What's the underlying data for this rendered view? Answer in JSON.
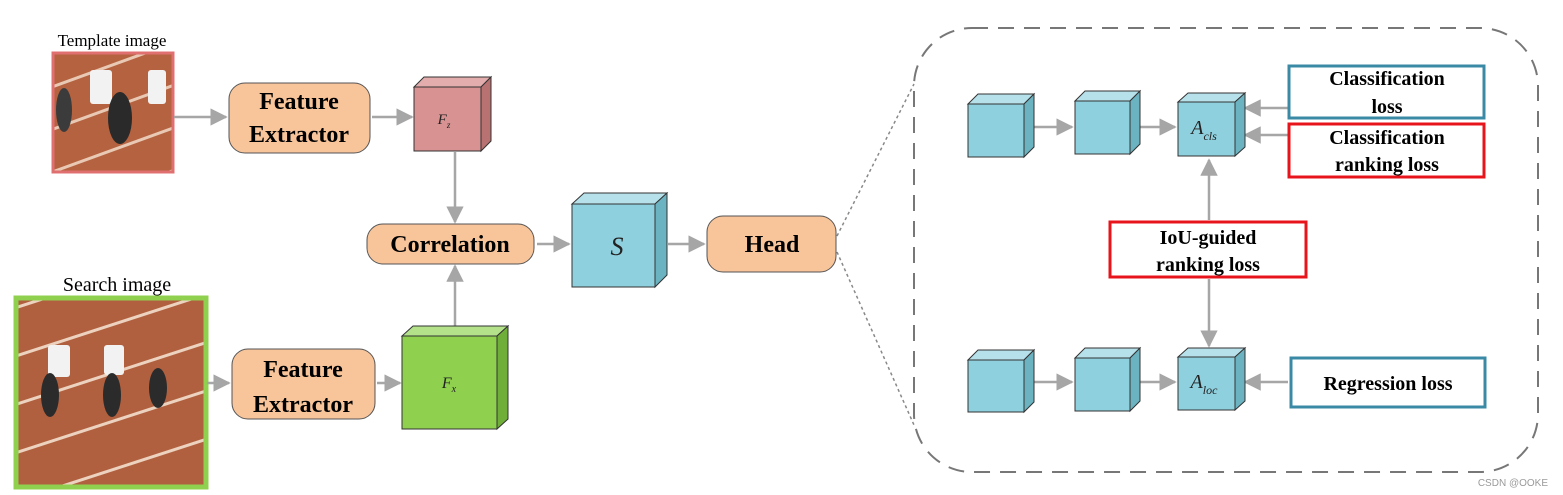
{
  "labels": {
    "template_image": "Template image",
    "search_image": "Search image",
    "feature_extractor_line1": "Feature",
    "feature_extractor_line2": "Extractor",
    "fz": "F",
    "fz_sub": "z",
    "fx": "F",
    "fx_sub": "x",
    "correlation": "Correlation",
    "s": "S",
    "head": "Head",
    "a_cls": "A",
    "a_cls_sub": "cls",
    "a_loc": "A",
    "a_loc_sub": "loc",
    "classification_loss_line1": "Classification",
    "classification_loss_line2": "loss",
    "classification_ranking_loss_line1": "Classification",
    "classification_ranking_loss_line2": "ranking loss",
    "iou_guided_line1": "IoU-guided",
    "iou_guided_line2": "ranking loss",
    "regression_loss": "Regression loss",
    "watermark": "CSDN @OOKE"
  },
  "colors": {
    "process_fill": "#f8c49a",
    "cube_blue": "#8fd0de",
    "cube_red": "#d99292",
    "cube_green": "#8fd14f",
    "template_border": "#e07070",
    "search_border": "#8fd14f",
    "loss_blue_border": "#3a8aa6",
    "loss_red_border": "#e8141c",
    "arrow": "#a6a6a6",
    "track": "#b05a3c"
  }
}
